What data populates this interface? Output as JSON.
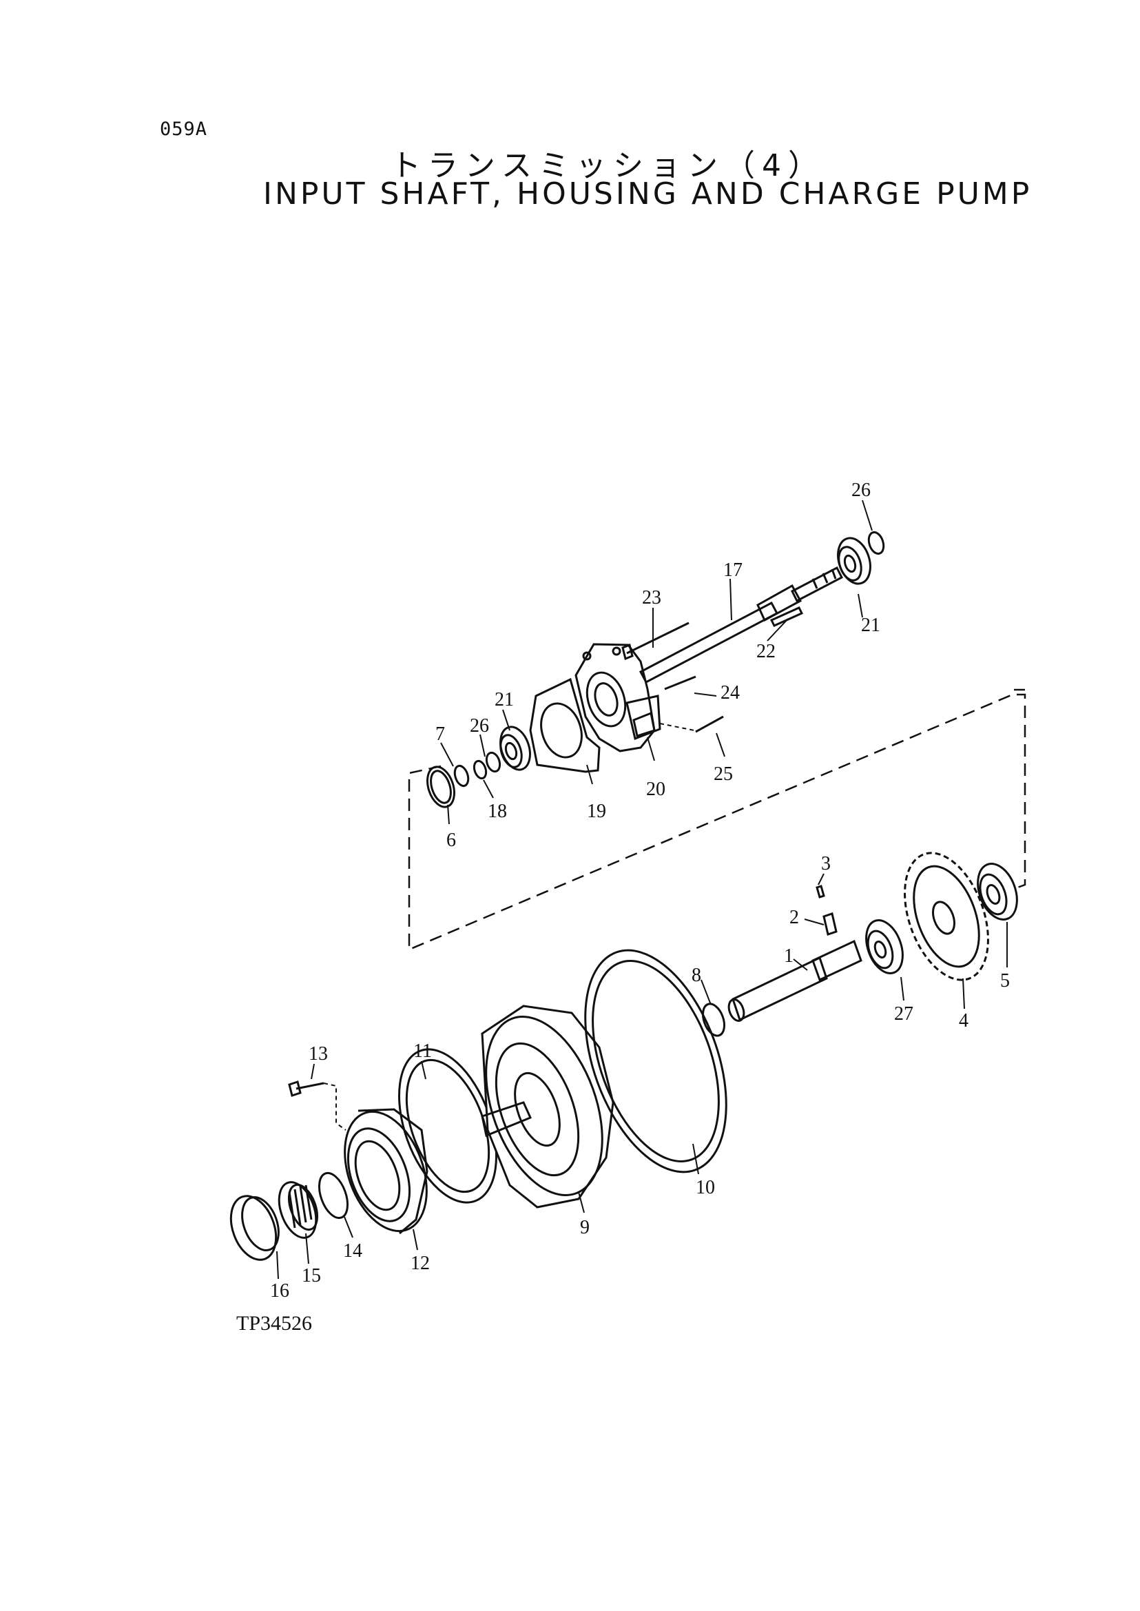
{
  "page_code": "059A",
  "title_jp": "トランスミッション（4）",
  "title_en": "INPUT SHAFT, HOUSING AND CHARGE PUMP",
  "figure_ref": "TP34526",
  "callouts": {
    "c1": "1",
    "c2": "2",
    "c3": "3",
    "c4": "4",
    "c5": "5",
    "c6": "6",
    "c7": "7",
    "c8": "8",
    "c9": "9",
    "c10": "10",
    "c11": "11",
    "c12": "12",
    "c13": "13",
    "c14": "14",
    "c15": "15",
    "c16": "16",
    "c17": "17",
    "c18": "18",
    "c19": "19",
    "c20": "20",
    "c21a": "21",
    "c21b": "21",
    "c22": "22",
    "c23": "23",
    "c24": "24",
    "c25": "25",
    "c26a": "26",
    "c26b": "26",
    "c27": "27"
  }
}
